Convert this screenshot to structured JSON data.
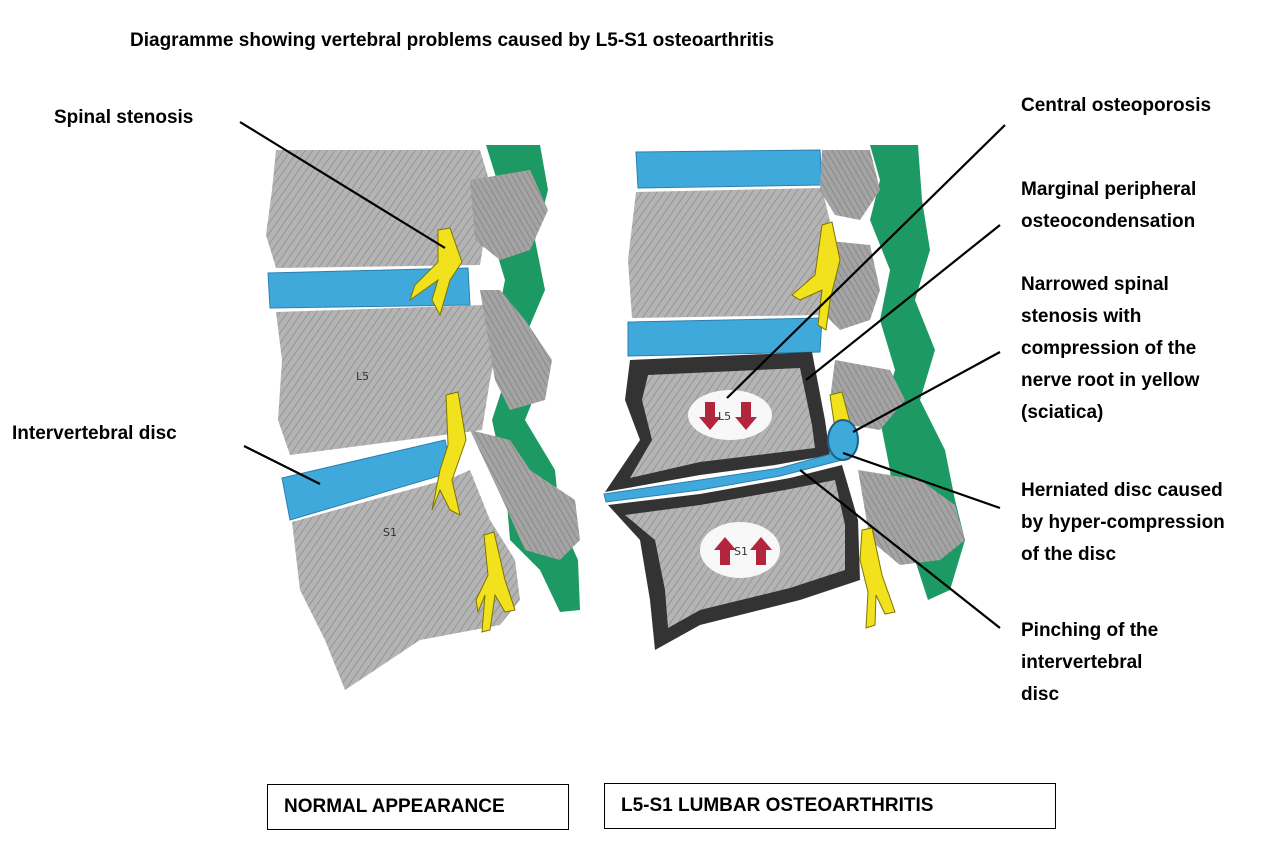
{
  "title": "Diagramme showing vertebral problems caused by L5-S1 osteoarthritis",
  "labels_left": {
    "spinal_stenosis": "Spinal stenosis",
    "intervertebral_disc": "Intervertebral disc"
  },
  "labels_right": {
    "central_osteoporosis": "Central osteoporosis",
    "marginal": [
      "Marginal peripheral",
      "osteocondensation"
    ],
    "narrowed": [
      "Narrowed spinal",
      "stenosis with",
      "compression of the",
      "nerve root in yellow",
      "(sciatica)"
    ],
    "herniated": [
      "Herniated disc caused",
      "by hyper-compression",
      "of the disc"
    ],
    "pinching": [
      "Pinching of the",
      "intervertebral",
      "disc"
    ]
  },
  "vertebra_labels": {
    "normal_l5": "L5",
    "normal_s1": "S1",
    "oa_l5": "L5",
    "oa_s1": "S1"
  },
  "boxes": {
    "normal": "NORMAL APPEARANCE",
    "osteoarthritis": "L5-S1 LUMBAR OSTEOARTHRITIS"
  },
  "colors": {
    "bone": "#a9a9a9",
    "disc": "#3fa9dc",
    "nerve": "#f2e21e",
    "ligament": "#1d9a63",
    "osteocondensation": "#333333",
    "arrow": "#b3243d"
  }
}
